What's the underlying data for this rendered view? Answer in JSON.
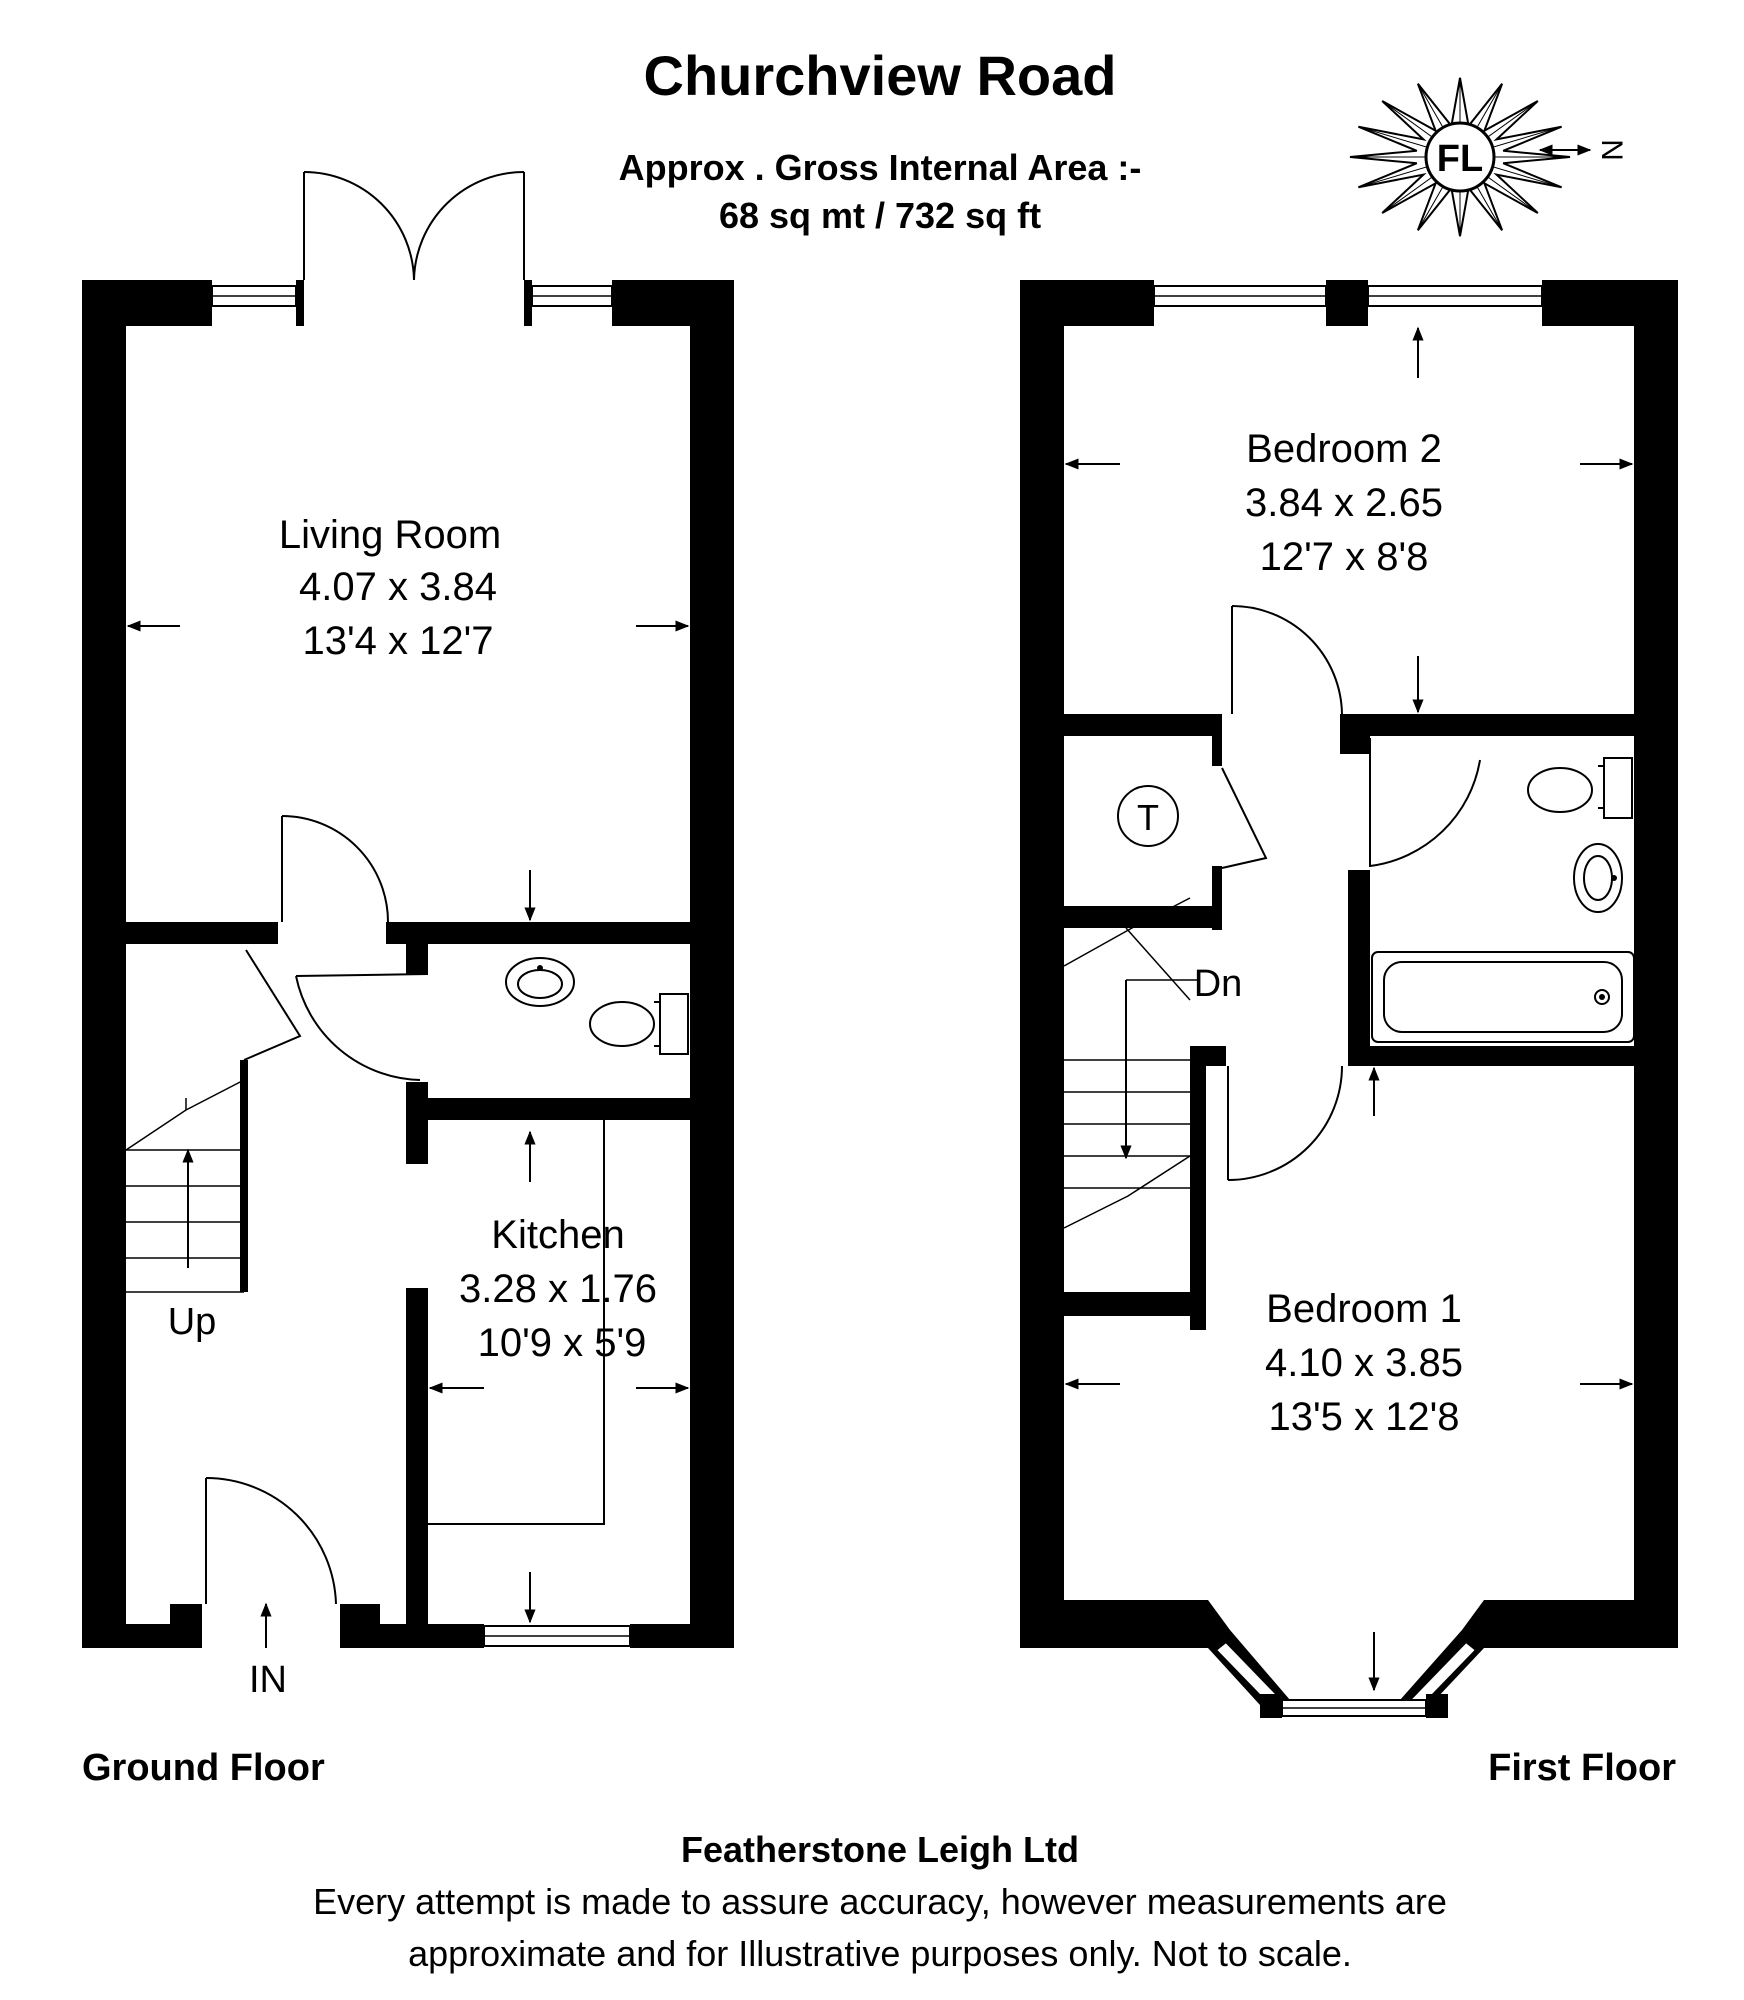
{
  "title": "Churchview Road",
  "area": {
    "line1": "Approx . Gross Internal Area :-",
    "line2": "68 sq mt / 732 sq ft"
  },
  "compass": {
    "label": "FL",
    "north": "N"
  },
  "ground_floor": {
    "label": "Ground Floor",
    "living_room": {
      "name": "Living Room",
      "metric": "4.07 x 3.84",
      "imperial": "13'4 x 12'7"
    },
    "kitchen": {
      "name": "Kitchen",
      "metric": "3.28 x 1.76",
      "imperial": "10'9 x 5'9"
    },
    "stairs_label": "Up",
    "entrance_label": "IN"
  },
  "first_floor": {
    "label": "First Floor",
    "bedroom_2": {
      "name": "Bedroom 2",
      "metric": "3.84 x 2.65",
      "imperial": "12'7 x 8'8"
    },
    "bedroom_1": {
      "name": "Bedroom 1",
      "metric": "4.10 x 3.85",
      "imperial": "13'5 x 12'8"
    },
    "stairs_label": "Dn",
    "cupboard_label": "T"
  },
  "footer": {
    "company": "Featherstone Leigh Ltd",
    "disclaimer1": "Every attempt is made to assure accuracy, however measurements are",
    "disclaimer2": "approximate and for Illustrative purposes only. Not to scale."
  }
}
